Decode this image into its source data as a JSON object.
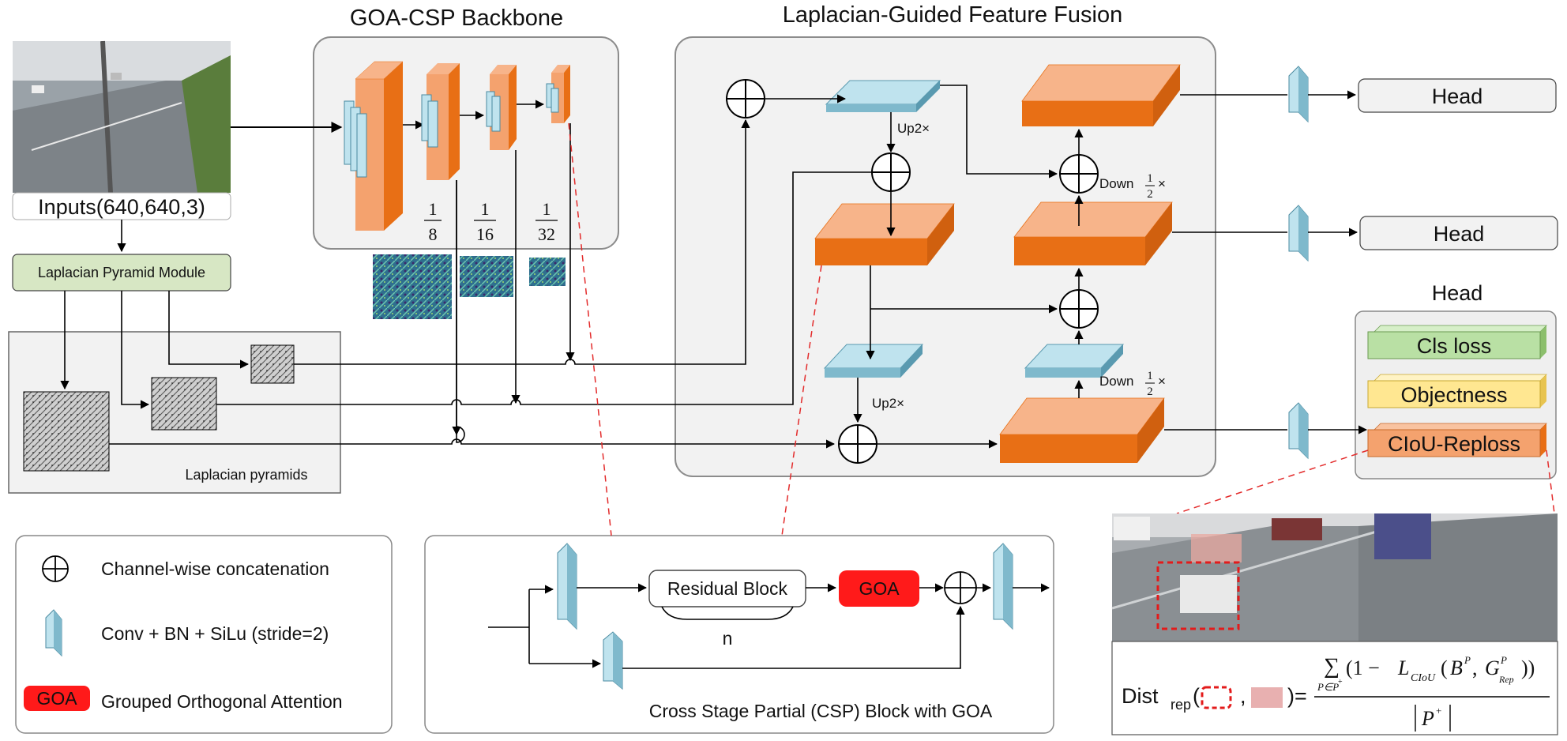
{
  "backbone": {
    "title": "GOA-CSP Backbone",
    "scales": [
      {
        "num": "1",
        "den": "8"
      },
      {
        "num": "1",
        "den": "16"
      },
      {
        "num": "1",
        "den": "32"
      }
    ]
  },
  "fusion": {
    "title": "Laplacian-Guided Feature Fusion",
    "up_label": "Up2×",
    "down_label": "Down",
    "down_num": "1",
    "down_den": "2",
    "times": "×"
  },
  "inputs": {
    "label": "Inputs(640,640,3)"
  },
  "pyramid_module": {
    "label": "Laplacian Pyramid Module"
  },
  "pyramids": {
    "label": "Laplacian pyramids"
  },
  "heads": {
    "labels": [
      "Head",
      "Head"
    ],
    "group_title": "Head",
    "losses": [
      "Cls loss",
      "Objectness",
      "CIoU-Reploss"
    ],
    "colors": {
      "cls": "#b9e0a4",
      "obj": "#ffe791",
      "ciou": "#f4a26e"
    }
  },
  "legend": {
    "concat": "Channel-wise concatenation",
    "conv": "Conv + BN + SiLu (stride=2)",
    "goa_tag": "GOA",
    "goa_desc": "Grouped Orthogonal Attention"
  },
  "csp": {
    "residual": "Residual Block",
    "n": "n",
    "goa": "GOA",
    "caption": "Cross Stage Partial (CSP) Block with GOA"
  },
  "formula": {
    "dist": "Dist",
    "sub": "rep",
    "open": "(",
    "comma": ",",
    "close": ")=",
    "sum": "∑",
    "sum_sub": "P∈P",
    "sum_sub_sup": "+",
    "num_open": "(1 − ",
    "L": "L",
    "L_sub": "CIoU",
    "args_open": "(",
    "B": "B",
    "B_sup": "P",
    "args_comma": ", ",
    "G": "G",
    "G_sup": "P",
    "G_sub": "Rep",
    "args_close": "))",
    "den": "P",
    "den_sup": "+"
  },
  "colors": {
    "orange_front": "#f4a26e",
    "orange_side": "#e86f15",
    "blue_front": "#bfe3ee",
    "blue_side": "#7fb9cc",
    "goa_red": "#ff1a1a",
    "panel_bg": "#f2f2f2",
    "module_green": "#d7e7c4"
  }
}
